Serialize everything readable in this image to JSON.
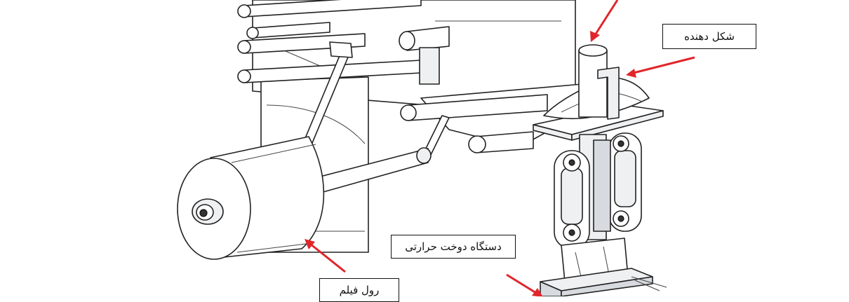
{
  "labels": {
    "former": "شکل دهنده",
    "heat_sealer": "دستگاه دوخت حرارتی",
    "film_roll": "رول فیلم"
  },
  "colors": {
    "arrow": "#e0262b",
    "outline": "#222222",
    "shade_light": "#eef0f2",
    "shade_dark": "#d7dbdf"
  }
}
